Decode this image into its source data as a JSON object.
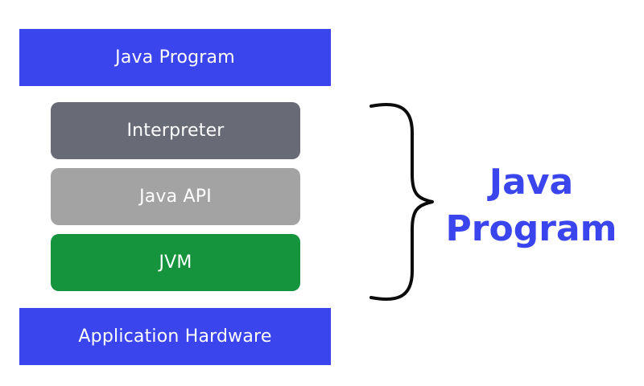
{
  "colors": {
    "primary_blue": "#3b45ee",
    "interpreter_gray": "#686a75",
    "api_gray": "#a3a3a3",
    "jvm_green": "#16933d",
    "brace": "#0c0c0c",
    "label_blue": "#3b45ee"
  },
  "diagram": {
    "top_block": "Java Program",
    "layers": [
      "Interpreter",
      "Java API",
      "JVM"
    ],
    "bottom_block": "Application Hardware",
    "brace_label_line1": "Java",
    "brace_label_line2": "Program"
  }
}
